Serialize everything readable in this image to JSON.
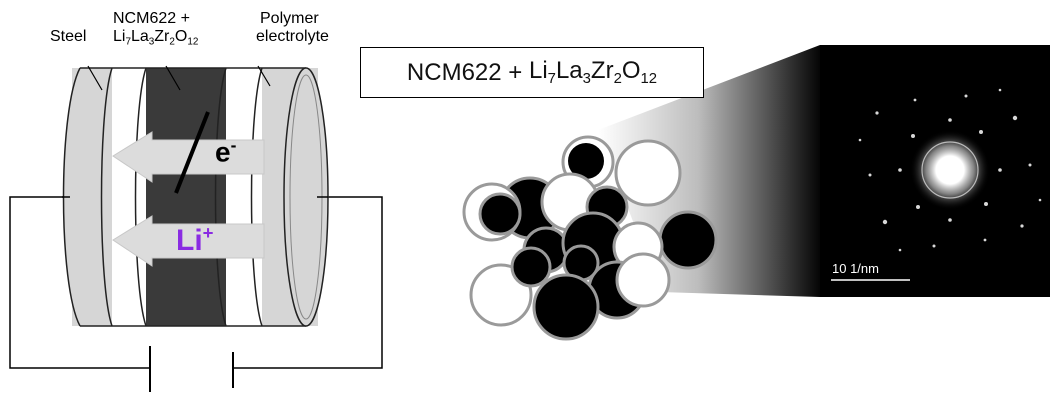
{
  "cell": {
    "steel_label": "Steel",
    "cathode_label_line1": "NCM622 +",
    "cathode_formula": [
      {
        "t": "Li",
        "sub": "7"
      },
      {
        "t": "La",
        "sub": "3"
      },
      {
        "t": "Zr",
        "sub": "2"
      },
      {
        "t": "O",
        "sub": "12"
      }
    ],
    "polymer_label_line1": "Polymer",
    "polymer_label_line2": "electrolyte",
    "electron_symbol": "e",
    "electron_charge": "-",
    "lithium_symbol": "Li",
    "lithium_charge": "+",
    "lithium_color": "#8a2be2"
  },
  "composite": {
    "formula_prefix": "NCM622 + ",
    "formula": [
      {
        "t": "Li",
        "sub": "7"
      },
      {
        "t": "La",
        "sub": "3"
      },
      {
        "t": "Zr",
        "sub": "2"
      },
      {
        "t": "O",
        "sub": "12"
      }
    ]
  },
  "diffraction": {
    "scale_label": "10 1/nm"
  }
}
